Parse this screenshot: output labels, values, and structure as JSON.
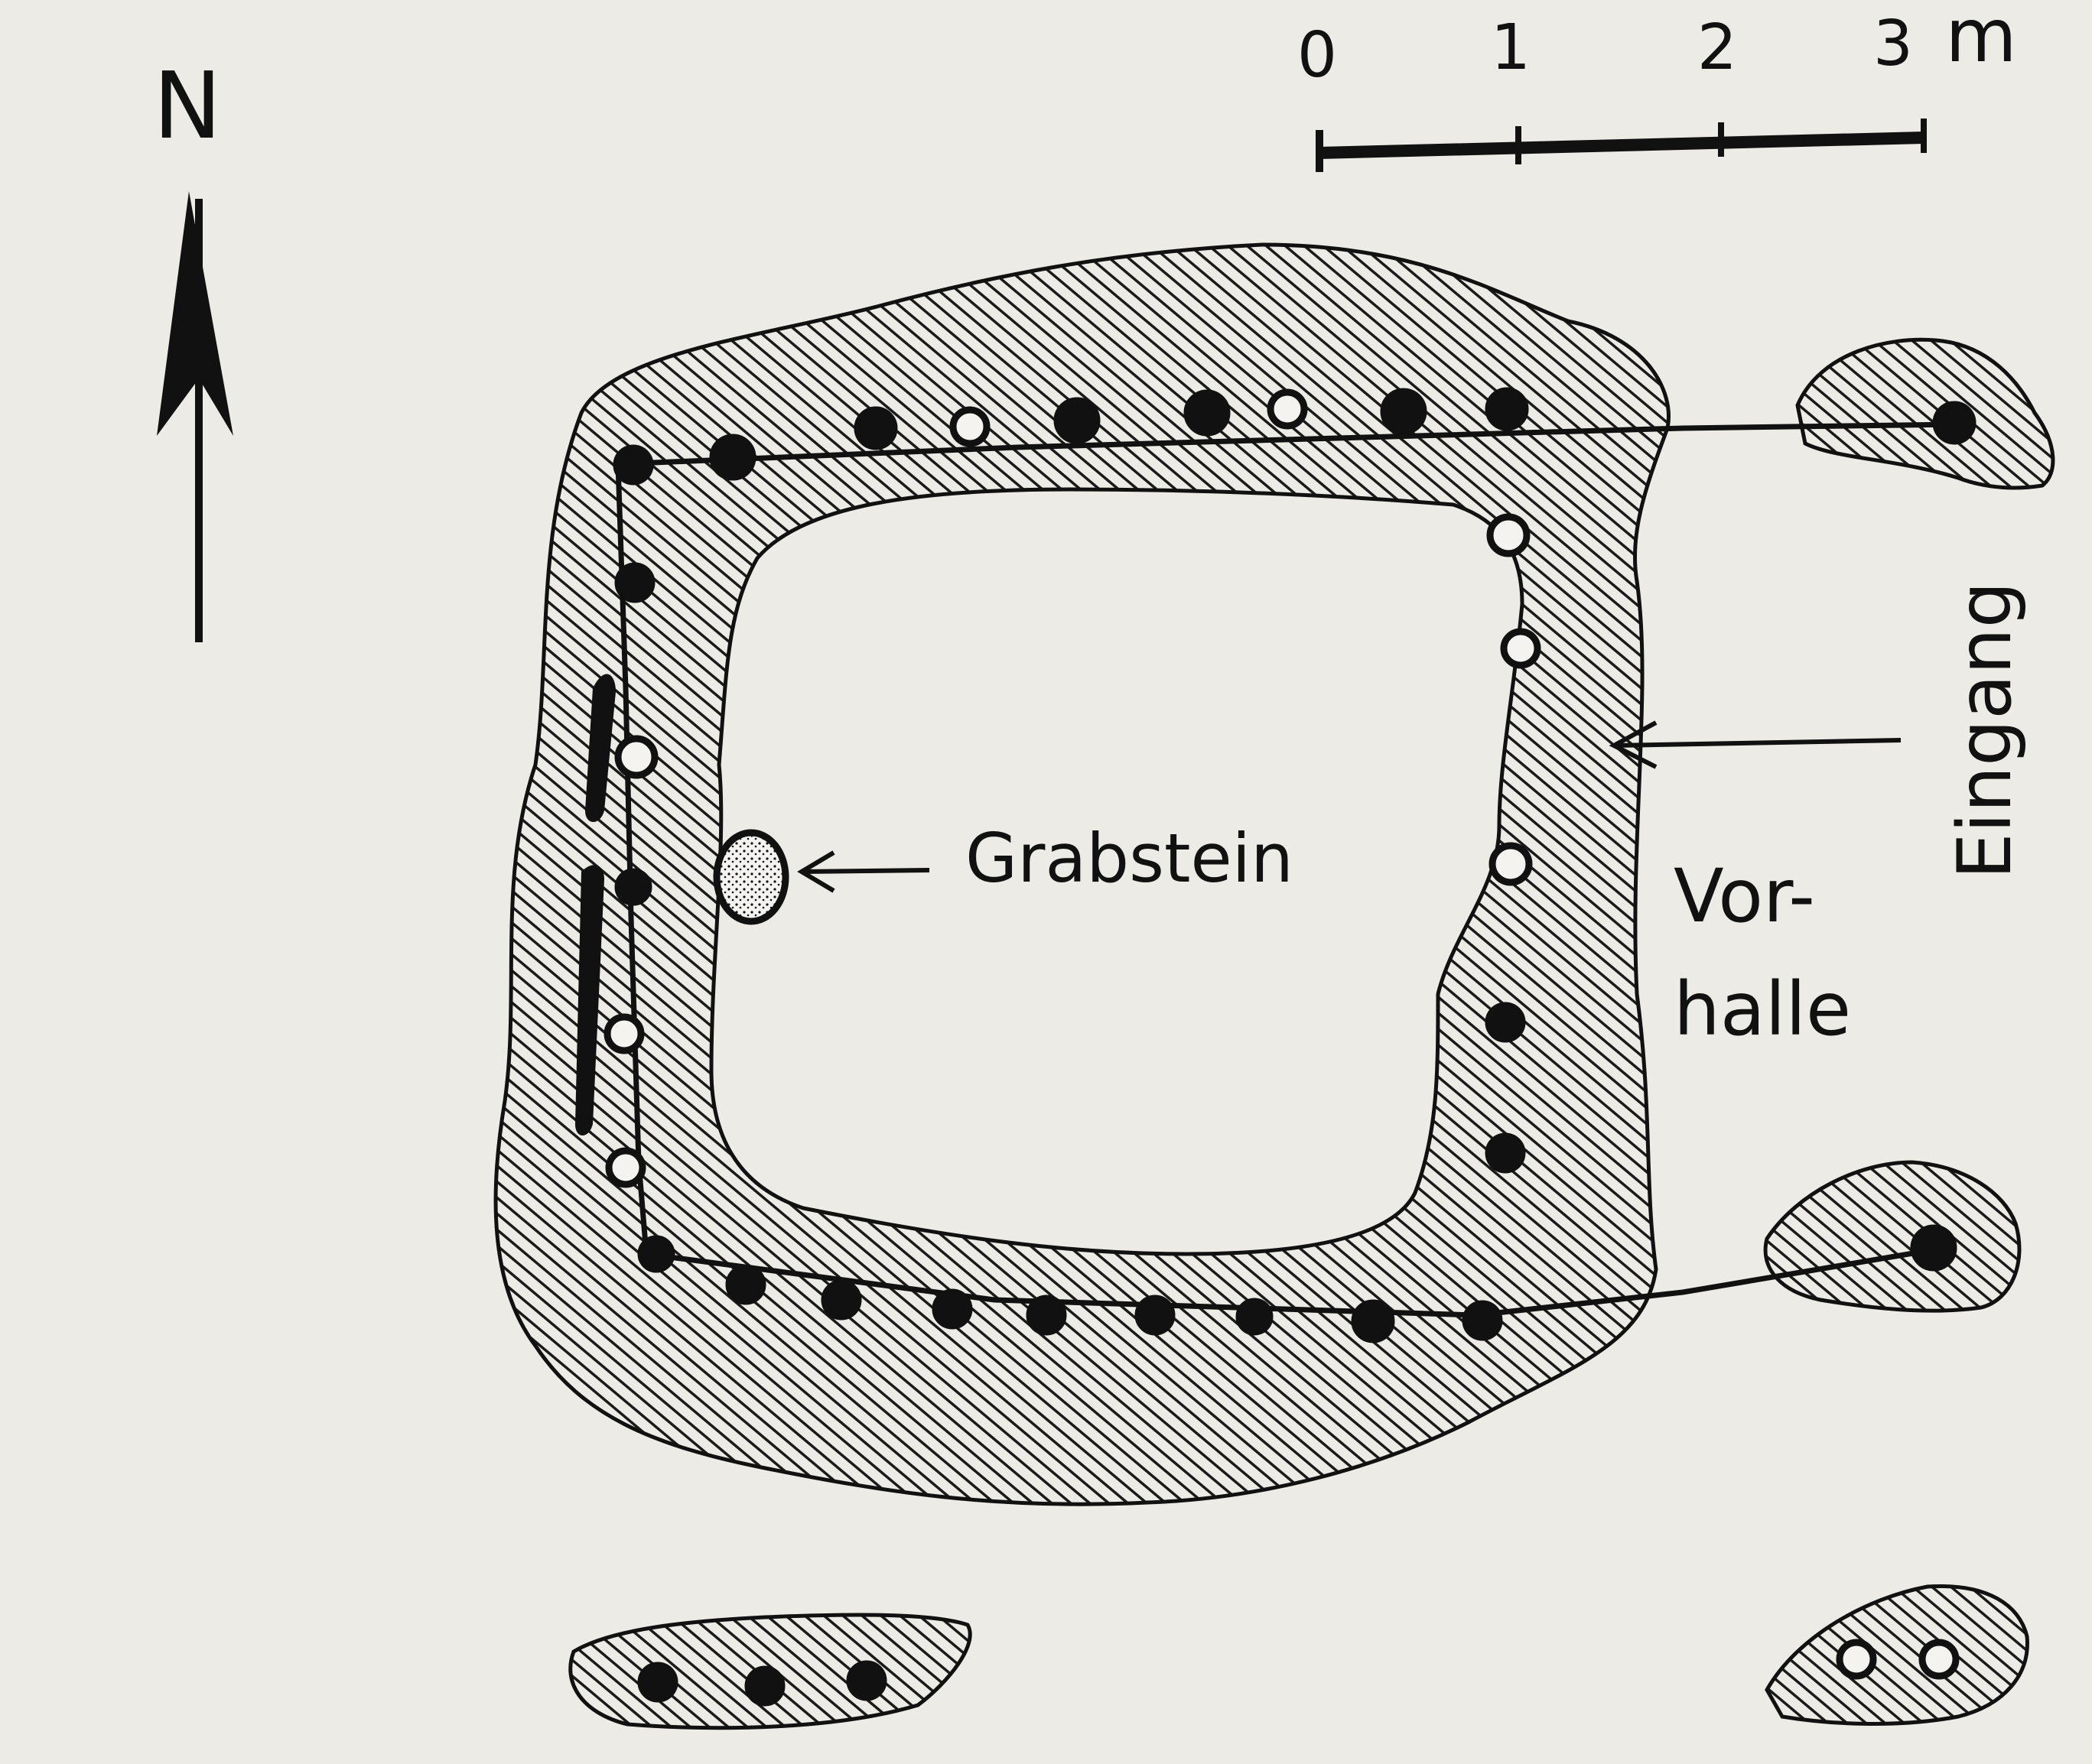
{
  "north": {
    "label": "N"
  },
  "scale": {
    "ticks": [
      "0",
      "1",
      "2",
      "3"
    ],
    "unit": "m"
  },
  "labels": {
    "grabstein": "Grabstein",
    "eingang": "Eingang",
    "vorhalle_line1": "Vor-",
    "vorhalle_line2": "halle"
  },
  "colors": {
    "paper": "#ecebe6",
    "ink": "#111111",
    "hatch": "#1a1a1a"
  }
}
